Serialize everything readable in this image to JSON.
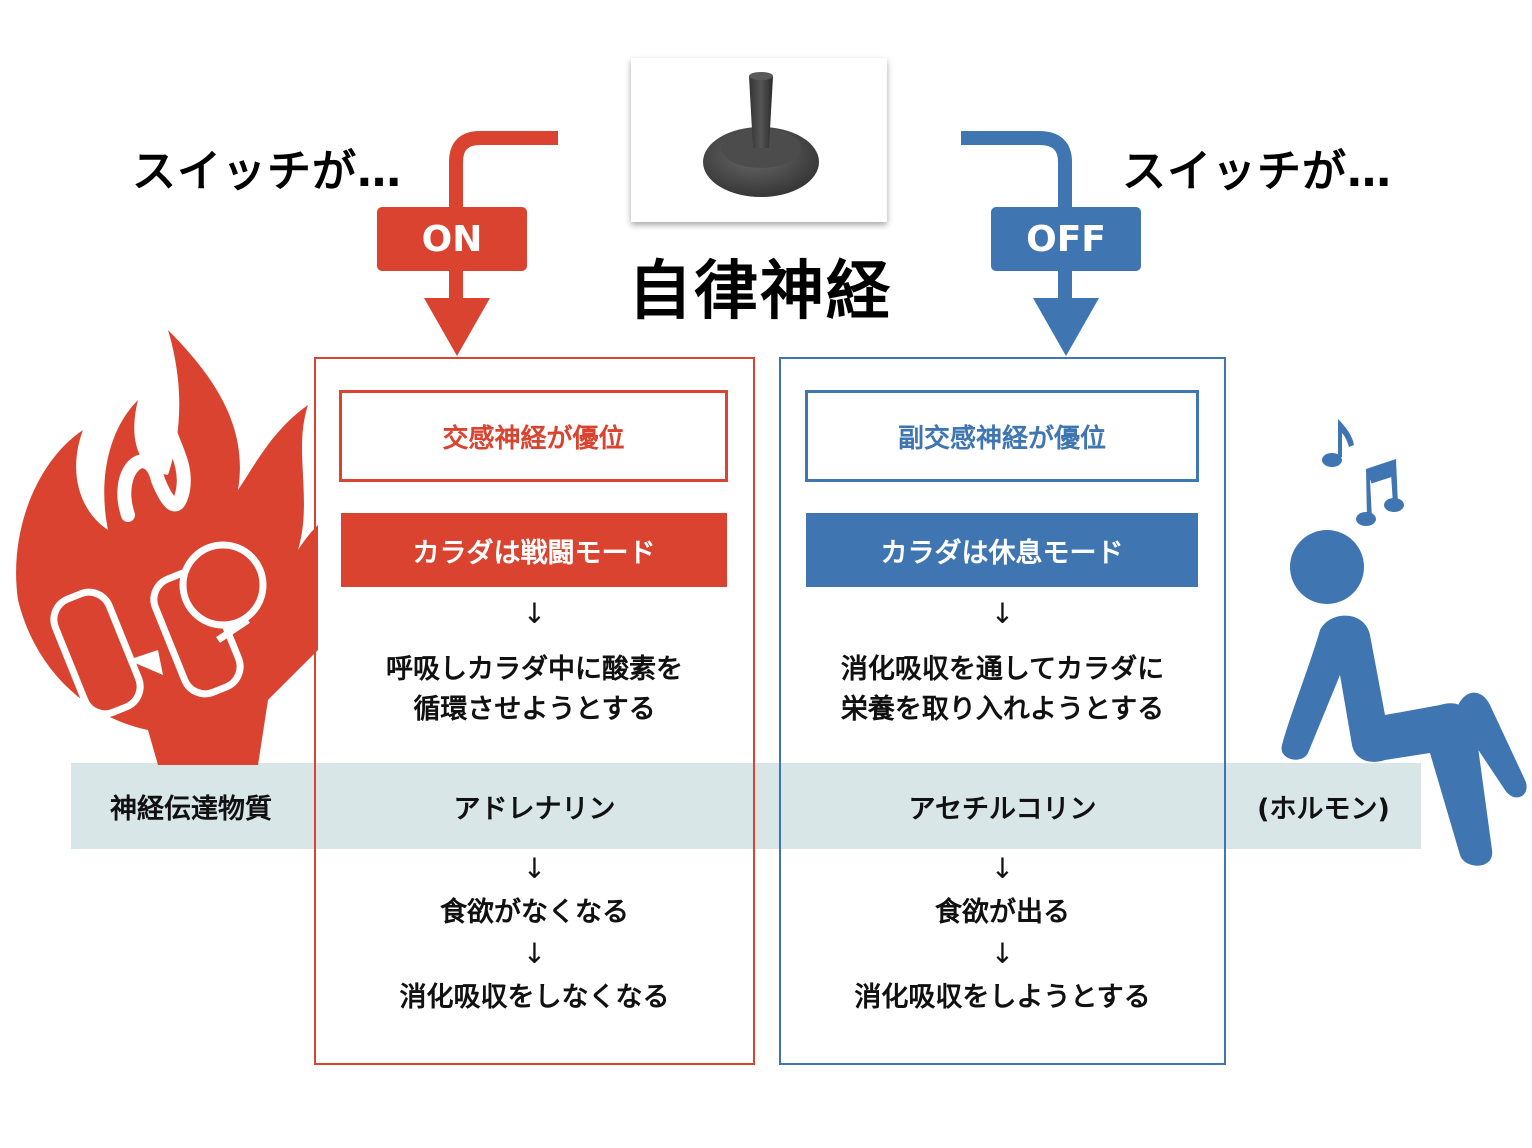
{
  "title": "自律神経",
  "colors": {
    "sympathetic": "#d9432f",
    "parasympathetic": "#3f75b0",
    "band": "#d8e6e8",
    "text": "#111111"
  },
  "left_switch": {
    "label": "スイッチが…",
    "state": "ON"
  },
  "right_switch": {
    "label": "スイッチが…",
    "state": "OFF"
  },
  "icons": {
    "center": "joystick-icon",
    "left": "burning-fist-flame-icon",
    "right": "relaxing-person-music-icon"
  },
  "sympathetic": {
    "header": "交感神経が優位",
    "mode": "カラダは戦闘モード",
    "arrow1": "↓",
    "effect_line1": "呼吸しカラダ中に酸素を",
    "effect_line2": "循環させようとする",
    "transmitter": "アドレナリン",
    "arrow2": "↓",
    "result1": "食欲がなくなる",
    "arrow3": "↓",
    "result2": "消化吸収をしなくなる"
  },
  "parasympathetic": {
    "header": "副交感神経が優位",
    "mode": "カラダは休息モード",
    "arrow1": "↓",
    "effect_line1": "消化吸収を通してカラダに",
    "effect_line2": "栄養を取り入れようとする",
    "transmitter": "アセチルコリン",
    "arrow2": "↓",
    "result1": "食欲が出る",
    "arrow3": "↓",
    "result2": "消化吸収をしようとする"
  },
  "band": {
    "label": "神経伝達物質",
    "note": "(ホルモン)"
  }
}
